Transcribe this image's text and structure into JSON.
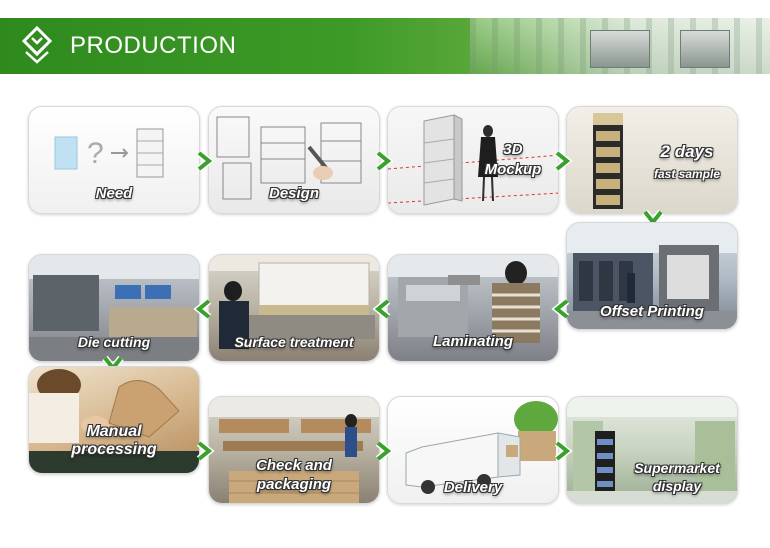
{
  "banner": {
    "title": "PRODUCTION"
  },
  "steps": [
    {
      "id": "need",
      "label": "Need"
    },
    {
      "id": "design",
      "label": "Design"
    },
    {
      "id": "mockup",
      "label_line1": "3D",
      "label_line2": "Mockup"
    },
    {
      "id": "sample",
      "label_line1": "2 days",
      "label_line2": "fast sample"
    },
    {
      "id": "offset",
      "label": "Offset Printing"
    },
    {
      "id": "laminating",
      "label": "Laminating"
    },
    {
      "id": "surface",
      "label": "Surface treatment"
    },
    {
      "id": "die",
      "label": "Die cutting"
    },
    {
      "id": "manual",
      "label_line1": "Manual",
      "label_line2": "processing"
    },
    {
      "id": "check",
      "label_line1": "Check and",
      "label_line2": "packaging"
    },
    {
      "id": "delivery",
      "label": "Delivery"
    },
    {
      "id": "supermarket",
      "label_line1": "Supermarket",
      "label_line2": "display"
    }
  ],
  "colors": {
    "banner_green": "#3d9a26",
    "arrow_green": "#3aa12c"
  },
  "need_glyph": "?"
}
